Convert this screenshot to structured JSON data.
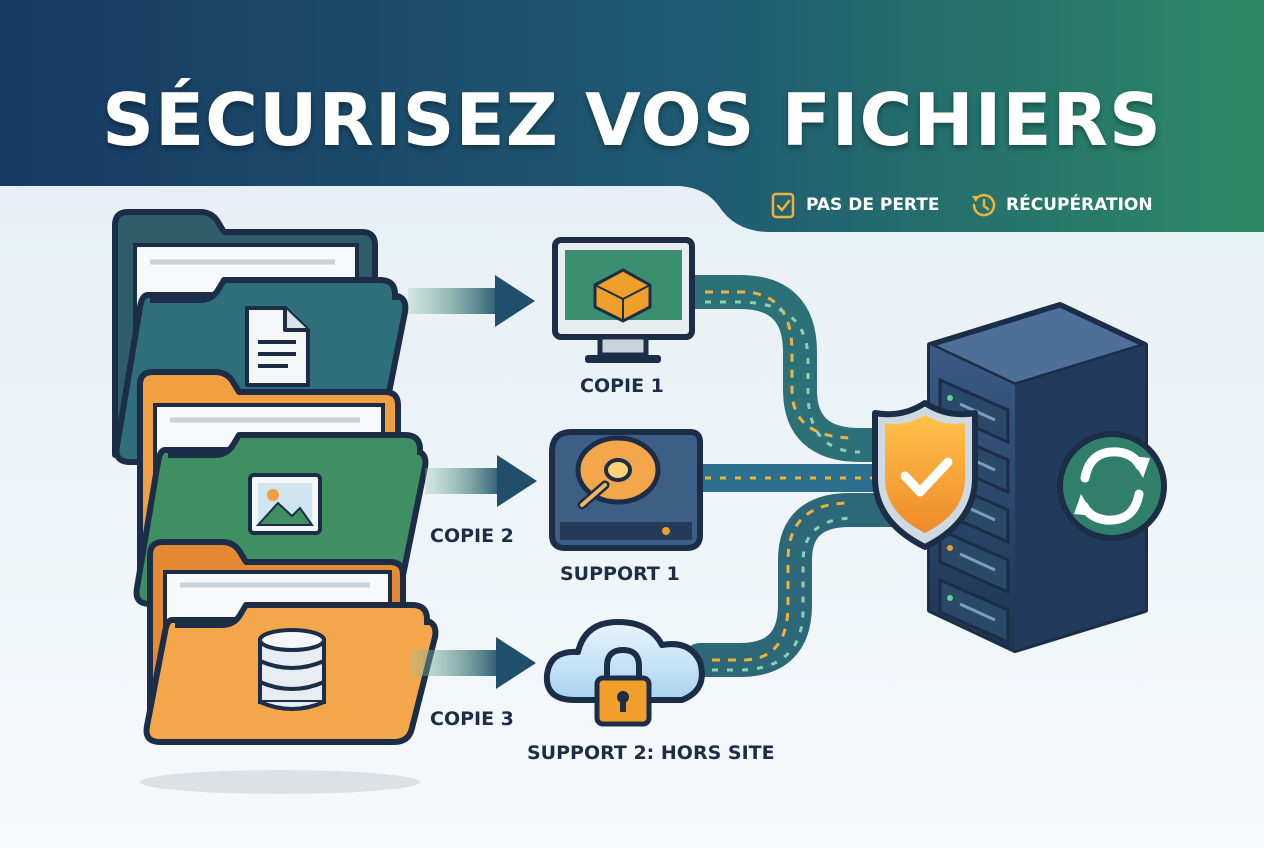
{
  "header": {
    "title": "SÉCURISEZ VOS FICHIERS",
    "badges": [
      {
        "label": "PAS DE PERTE",
        "icon": "checklist-icon"
      },
      {
        "label": "RÉCUPÉRATION",
        "icon": "restore-clock-icon"
      }
    ]
  },
  "labels": {
    "copie1": "COPIE 1",
    "copie2": "COPIE 2",
    "copie3": "COPIE 3",
    "support1": "SUPPORT 1",
    "support2": "SUPPORT 2: HORS SITE"
  },
  "icons": {
    "folders": [
      "document-icon",
      "image-icon",
      "database-icon"
    ],
    "targets": [
      "monitor-icon",
      "hard-drive-icon",
      "cloud-lock-icon"
    ],
    "server": [
      "server-rack-icon",
      "shield-check-icon",
      "sync-icon"
    ]
  },
  "colors": {
    "header_dark": "#173a63",
    "header_green": "#2c8a66",
    "text_dark": "#1b2d47",
    "accent_orange": "#f0a02a",
    "folder_teal": "#2f6f7a",
    "folder_green": "#3f8f63",
    "folder_orange": "#f0a040"
  }
}
